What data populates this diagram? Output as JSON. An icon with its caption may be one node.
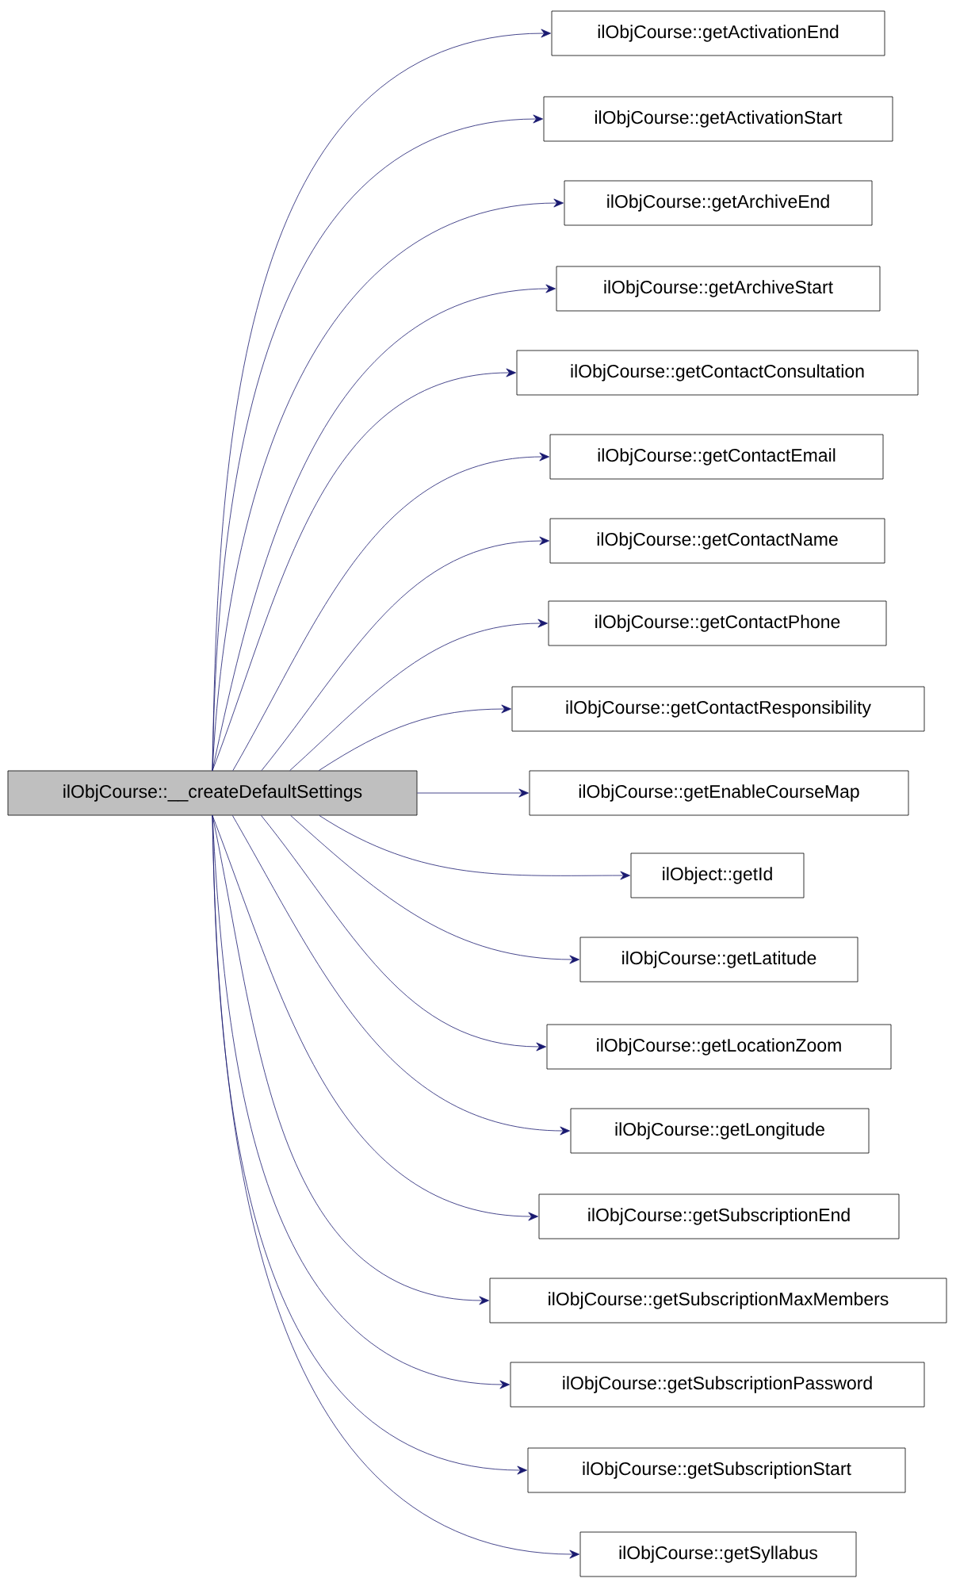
{
  "diagram": {
    "nodes": [
      {
        "text": [
          "ilObjCourse::__createDefaultSettings"
        ]
      },
      {
        "text": [
          "ilObjCourse::getActivationEnd"
        ]
      },
      {
        "text": [
          "ilObjCourse::getActivationStart"
        ]
      },
      {
        "text": [
          "ilObjCourse::getArchiveEnd"
        ]
      },
      {
        "text": [
          "ilObjCourse::getArchiveStart"
        ]
      },
      {
        "text": [
          "ilObjCourse::getContactConsultation"
        ]
      },
      {
        "text": [
          "ilObjCourse::getContactEmail"
        ]
      },
      {
        "text": [
          "ilObjCourse::getContactName"
        ]
      },
      {
        "text": [
          "ilObjCourse::getContactPhone"
        ]
      },
      {
        "text": [
          "ilObjCourse::getContactResponsibility"
        ]
      },
      {
        "text": [
          "ilObjCourse::getEnableCourseMap"
        ]
      },
      {
        "text": [
          "ilObject::getId"
        ]
      },
      {
        "text": [
          "ilObjCourse::getLatitude"
        ]
      },
      {
        "text": [
          "ilObjCourse::getLocationZoom"
        ]
      },
      {
        "text": [
          "ilObjCourse::getLongitude"
        ]
      },
      {
        "text": [
          "ilObjCourse::getSubscriptionEnd"
        ]
      },
      {
        "text": [
          "ilObjCourse::getSubscriptionMaxMembers"
        ]
      },
      {
        "text": [
          "ilObjCourse::getSubscriptionPassword"
        ]
      },
      {
        "text": [
          "ilObjCourse::getSubscriptionStart"
        ]
      },
      {
        "text": [
          "ilObjCourse::getSyllabus"
        ]
      }
    ],
    "edges": [
      {
        "from": 0,
        "to": 1,
        "arrow": "to"
      },
      {
        "from": 0,
        "to": 2,
        "arrow": "to"
      },
      {
        "from": 0,
        "to": 3,
        "arrow": "to"
      },
      {
        "from": 0,
        "to": 4,
        "arrow": "to"
      },
      {
        "from": 0,
        "to": 5,
        "arrow": "to"
      },
      {
        "from": 0,
        "to": 6,
        "arrow": "to"
      },
      {
        "from": 0,
        "to": 7,
        "arrow": "to"
      },
      {
        "from": 0,
        "to": 8,
        "arrow": "to"
      },
      {
        "from": 0,
        "to": 9,
        "arrow": "to"
      },
      {
        "from": 0,
        "to": 10,
        "arrow": "to"
      },
      {
        "from": 0,
        "to": 11,
        "arrow": "to"
      },
      {
        "from": 0,
        "to": 12,
        "arrow": "to"
      },
      {
        "from": 0,
        "to": 13,
        "arrow": "to"
      },
      {
        "from": 0,
        "to": 14,
        "arrow": "to"
      },
      {
        "from": 0,
        "to": 15,
        "arrow": "to"
      },
      {
        "from": 0,
        "to": 16,
        "arrow": "to"
      },
      {
        "from": 0,
        "to": 17,
        "arrow": "to"
      },
      {
        "from": 0,
        "to": 18,
        "arrow": "to"
      },
      {
        "from": 0,
        "to": 19,
        "arrow": "to"
      }
    ]
  }
}
